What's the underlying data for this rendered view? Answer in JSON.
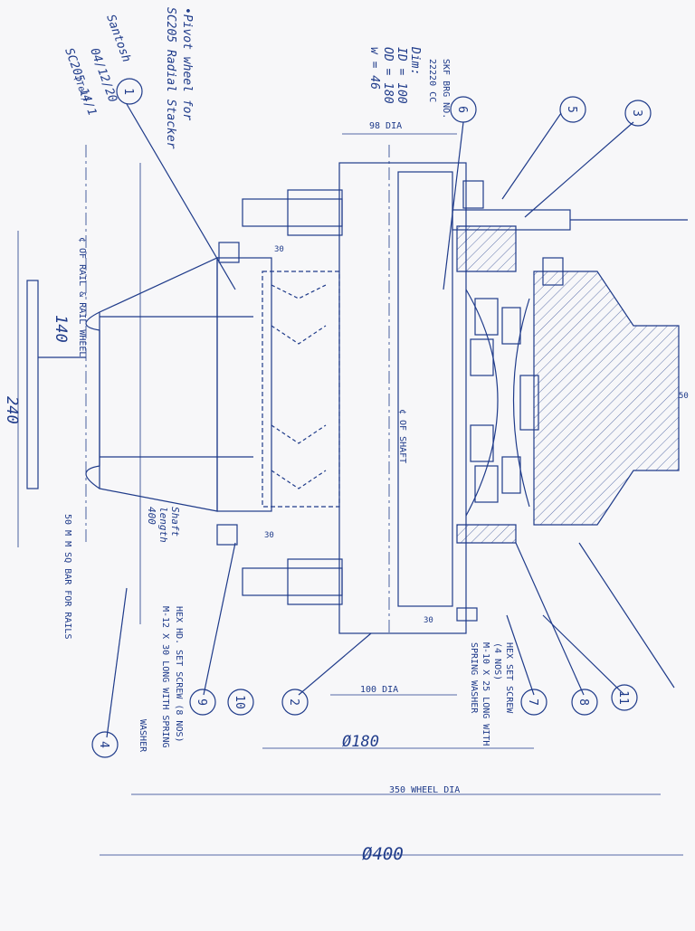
{
  "handwritten": {
    "title_line1": "•Pivot wheel for",
    "title_line2": "SC205 Radial Stacker",
    "signature_note1": "Santosh",
    "signature_note2": "04/12/20",
    "signature_note3": "(Tel)",
    "signature_note4": "SC205 14/1",
    "bearing_dims_title": "Dim:",
    "bearing_id": "ID = 100",
    "bearing_od": "OD = 180",
    "bearing_w": "w = 46",
    "shaft_length_1": "Shaft",
    "shaft_length_2": "length",
    "shaft_length_3": "400"
  },
  "labels": {
    "bearing_1": "SKF BRG NO.",
    "bearing_2": "22220 CC",
    "dia_98": "98 DIA",
    "rail_center": "¢ OF RAIL & RAIL WHEEL",
    "shaft_center": "¢ OF SHAFT",
    "dim_140": "140",
    "dim_240": "240",
    "sq_bar": "50 M M SQ BAR FOR RAILS",
    "dim_30_top": "30",
    "dim_30_bottom": "30",
    "dim_30_small": "30",
    "hex_screw_1": "HEX HD. SET SCREW (8 NOS)",
    "hex_screw_2": "M-12 X 30 LONG WITH SPRING",
    "hex_screw_3": "WASHER",
    "hex_set_1": "HEX SET SCREW",
    "hex_set_2": "(4 NOS)",
    "hex_set_3": "M-10 X 25 LONG WITH",
    "hex_set_4": "SPRING WASHER",
    "dia_100": "100 DIA",
    "dia_180": "Ø180",
    "wheel_dia": "350 WHEEL DIA",
    "dia_400": "Ø400",
    "edge_50": "50"
  },
  "balloons": [
    "1",
    "6",
    "5",
    "3",
    "2",
    "9",
    "10",
    "7",
    "8",
    "11",
    "4"
  ],
  "colors": {
    "ink": "#1f3b8a",
    "pen": "#1a2fc4",
    "paper": "#f7f7f9"
  }
}
